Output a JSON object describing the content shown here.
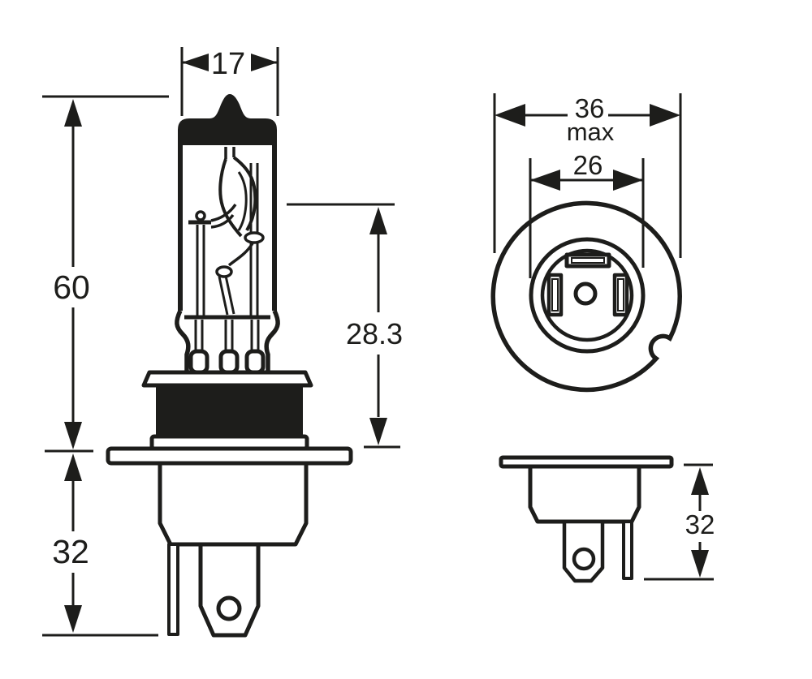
{
  "page": {
    "title": "Halogen headlamp bulb dimensional drawing",
    "ink_color": "#1d1d1b",
    "background_color": "#ffffff"
  },
  "front_view": {
    "dim_bulb_width": "17",
    "dim_overall_length": "60",
    "dim_filament_height": "28.3",
    "dim_base_length": "32"
  },
  "top_view": {
    "dim_cap_width": "36",
    "dim_cap_width_qualifier": "max",
    "dim_seat_width": "26"
  },
  "side_view": {
    "dim_base_length": "32"
  }
}
